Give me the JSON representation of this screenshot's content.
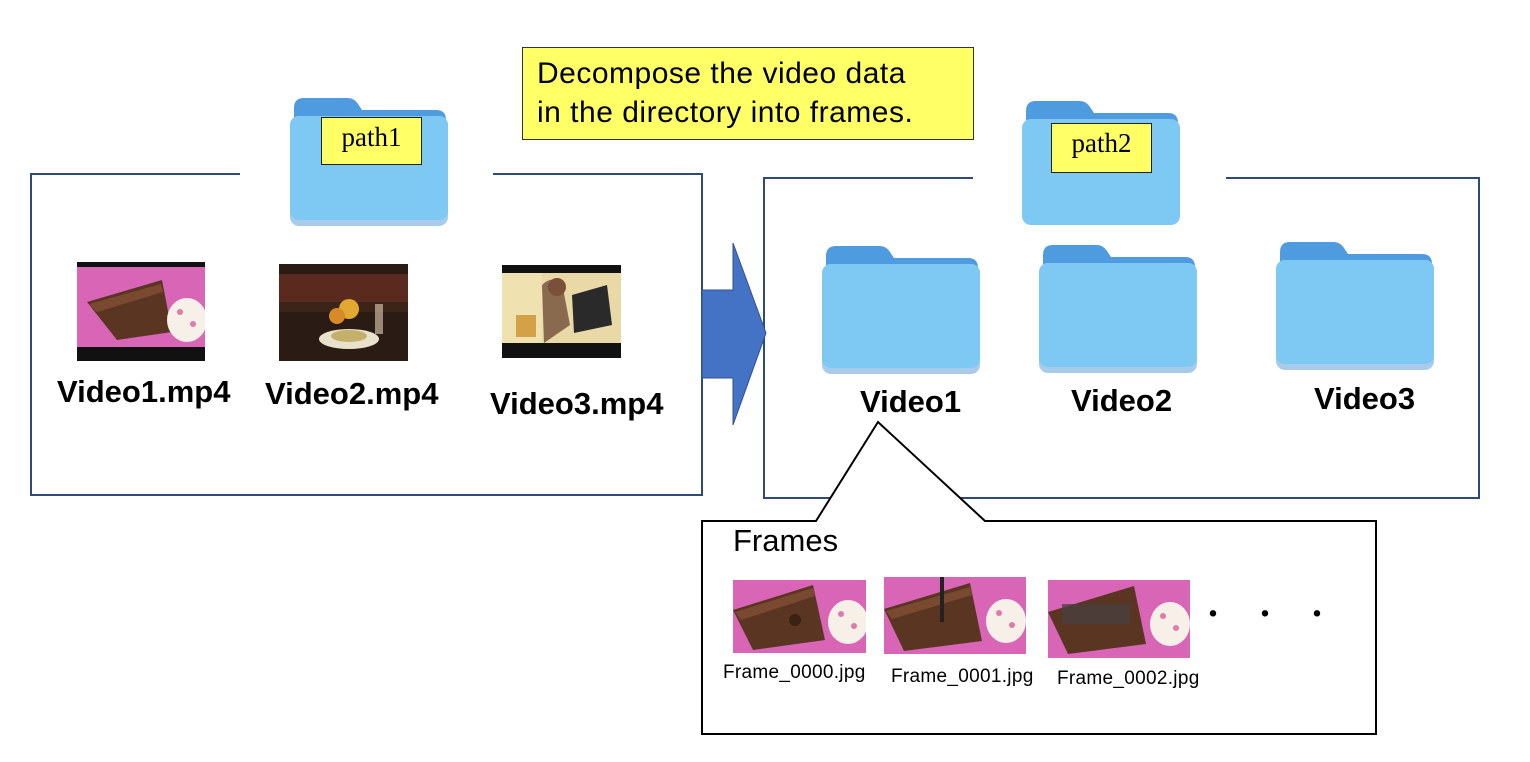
{
  "note": {
    "line1": "Decompose the video data",
    "line2": "in the directory into frames."
  },
  "source": {
    "folder_label": "path1",
    "files": [
      {
        "name": "Video1.mp4"
      },
      {
        "name": "Video2.mp4"
      },
      {
        "name": "Video3.mp4"
      }
    ]
  },
  "target": {
    "folder_label": "path2",
    "folders": [
      {
        "name": "Video1"
      },
      {
        "name": "Video2"
      },
      {
        "name": "Video3"
      }
    ]
  },
  "frames": {
    "title": "Frames",
    "items": [
      {
        "name": "Frame_0000.jpg"
      },
      {
        "name": "Frame_0001.jpg"
      },
      {
        "name": "Frame_0002.jpg"
      }
    ],
    "more": "・・・"
  },
  "colors": {
    "box_border": "#2f4a7a",
    "arrow": "#4472c4",
    "folder_front": "#7ec8f4",
    "folder_back": "#4e9be0",
    "label_bg": "#ffff66"
  }
}
